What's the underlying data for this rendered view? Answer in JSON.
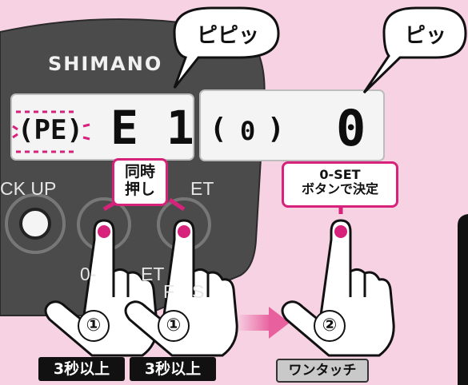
{
  "device": {
    "brand": "SHIMANO",
    "label_backup": "CK UP",
    "label_set": "ET",
    "label_zero_set": "0-",
    "label_zero_set_suffix": "ET",
    "label_fs": "F",
    "label_fs_suffix": "S"
  },
  "display_left": {
    "indicator": "(PE)",
    "code": "E 1"
  },
  "display_right": {
    "paren_open": "(",
    "small_value": "0",
    "paren_close": ")",
    "value": "0"
  },
  "bubbles": {
    "left": "ピピッ",
    "right": "ピッ"
  },
  "notes": {
    "simultaneous_line1": "同時",
    "simultaneous_line2": "押し",
    "zero_set_line1": "0-SET",
    "zero_set_line2": "ボタンで決定"
  },
  "steps": {
    "step1_a": "①",
    "step1_b": "①",
    "step2": "②"
  },
  "durations": {
    "hold_a": "3秒以上",
    "hold_b": "3秒以上",
    "one_touch": "ワンタッチ"
  },
  "colors": {
    "background": "#f6d2e3",
    "device_body": "#4b4b4b",
    "accent_magenta": "#d6227b",
    "arrow_pink": "#e8619e"
  }
}
